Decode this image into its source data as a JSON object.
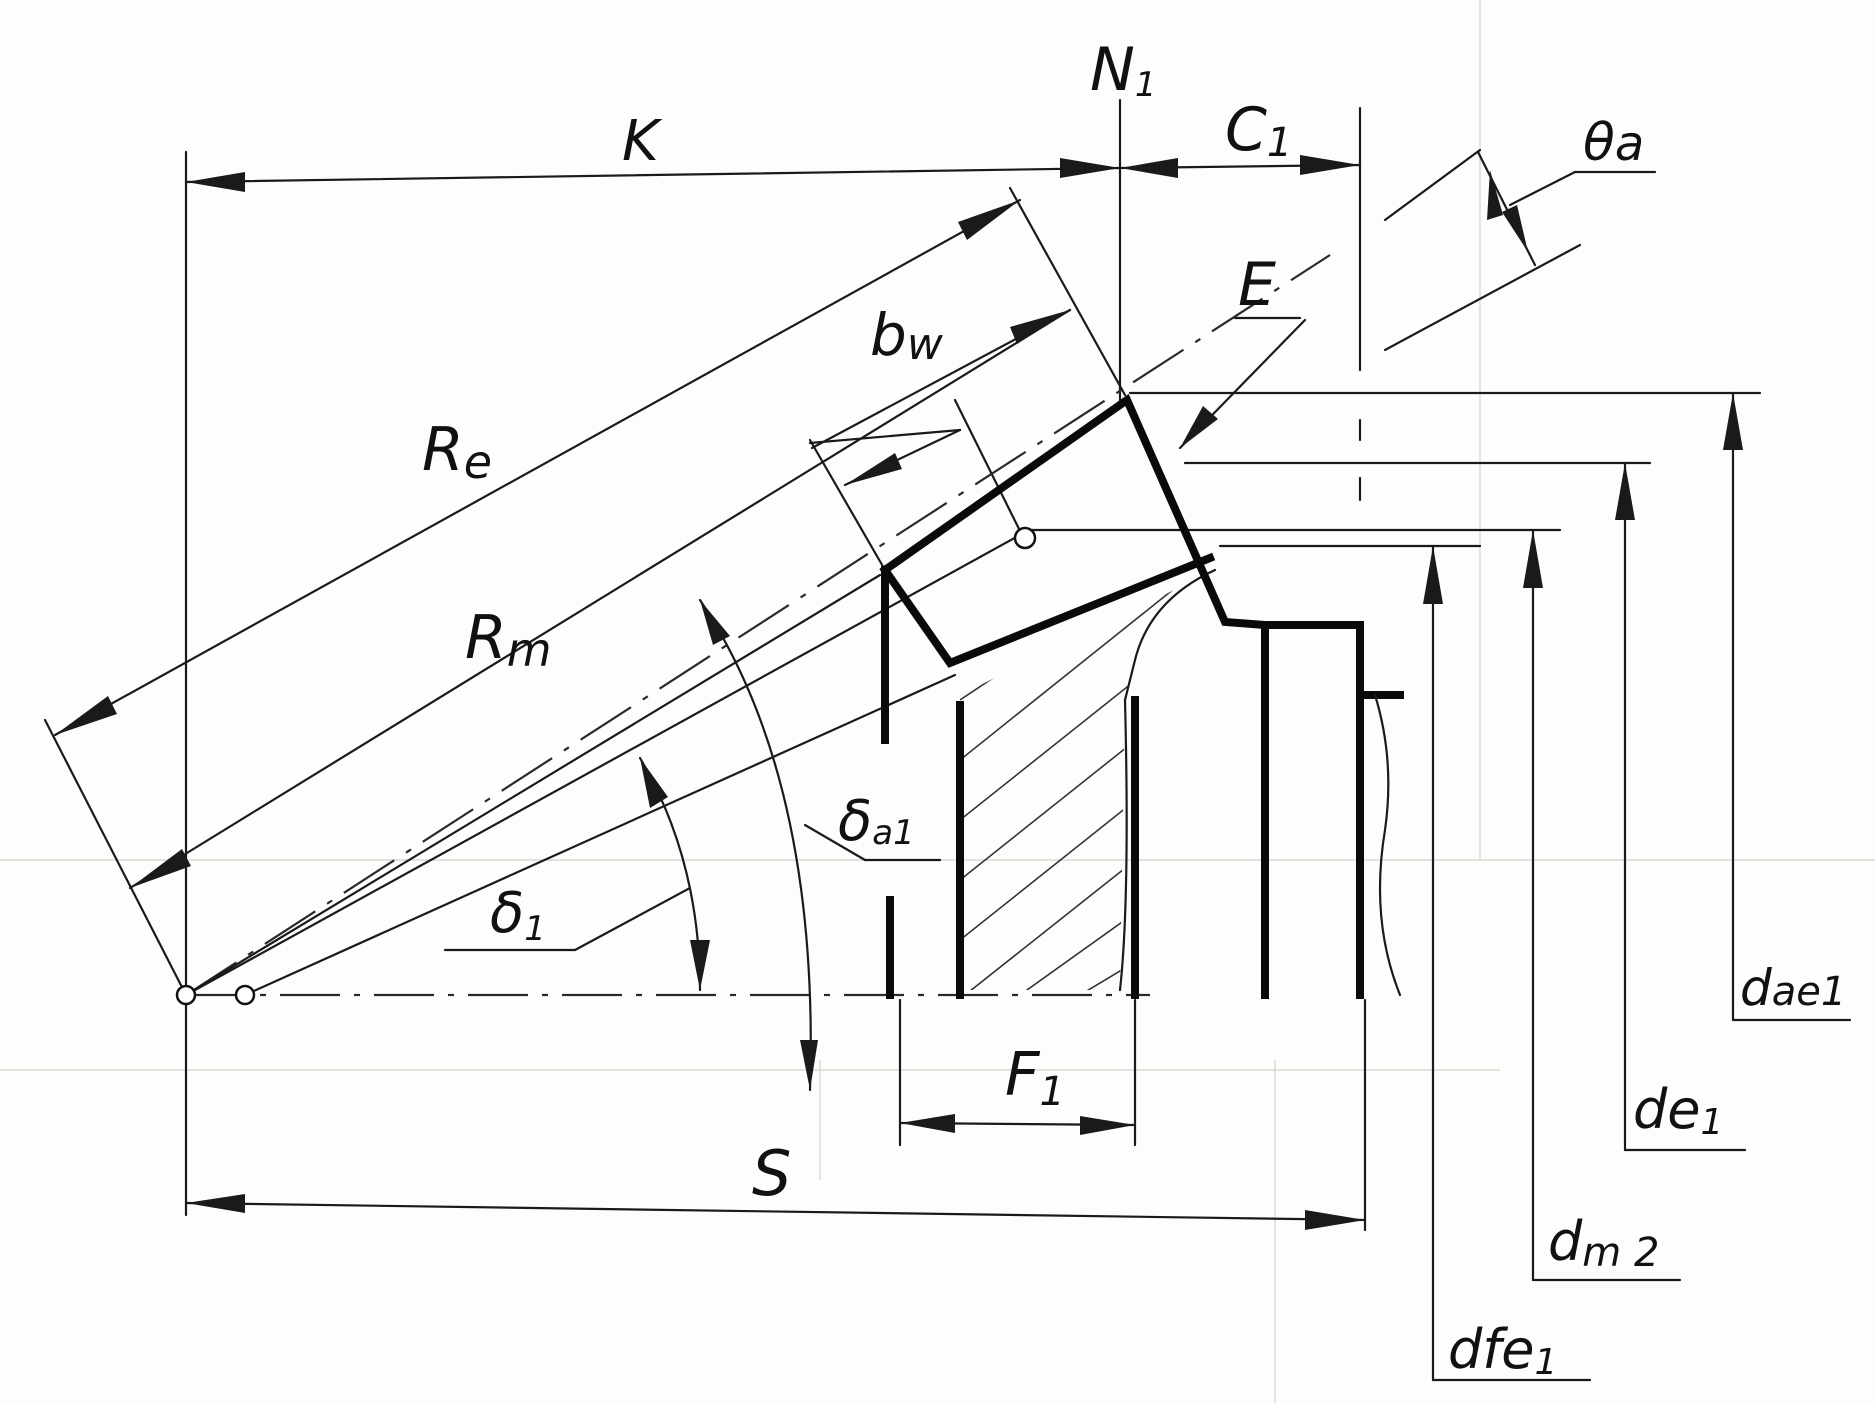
{
  "diagram": {
    "labels": {
      "K": "K",
      "N1_main": "N",
      "N1_sub": "1",
      "C1_main": "C",
      "C1_sub": "1",
      "theta_main": "θ",
      "theta_sub": "a",
      "E": "E",
      "bw_main": "b",
      "bw_sub": "w",
      "Re_main": "R",
      "Re_sub": "e",
      "Rm_main": "R",
      "Rm_sub": "m",
      "delta_a1_main": "δ",
      "delta_a1_sub": "a1",
      "delta1_main": "δ",
      "delta1_sub": "1",
      "F1_main": "F",
      "F1_sub": "1",
      "S": "S",
      "dae1_main": "d",
      "dae1_sub": "ae1",
      "de1_main": "de",
      "de1_sub": "1",
      "dm2_main": "d",
      "dm2_sub": "m 2",
      "dfe1_main": "dfe",
      "dfe1_sub": "1"
    },
    "icons": [
      "pivot-circle-icon",
      "arrowhead-icon"
    ],
    "colors": {
      "ink": "#111111",
      "paper": "#fdfdfb"
    }
  }
}
